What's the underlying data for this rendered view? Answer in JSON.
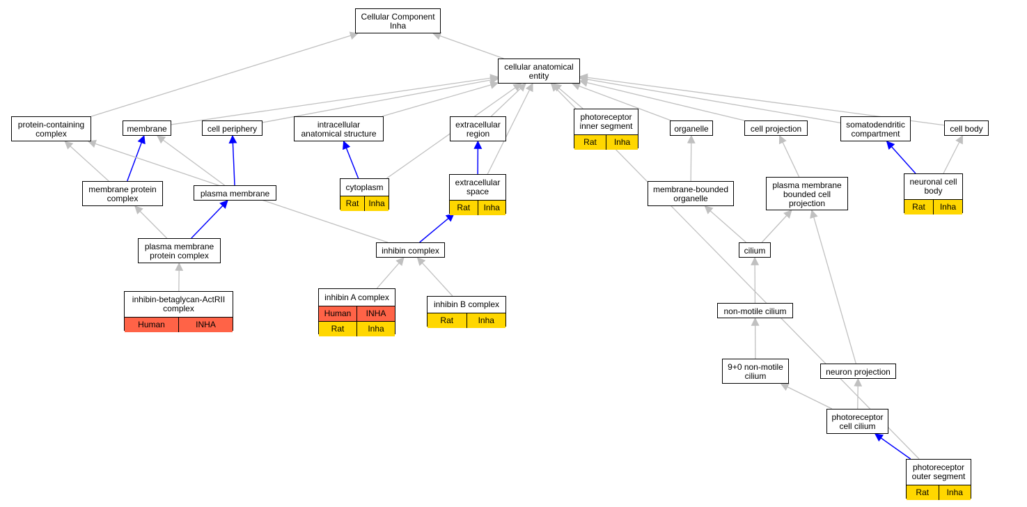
{
  "colors": {
    "gray_edge": "#c0c0c0",
    "blue_edge": "#0000ff",
    "rat": "#ffd700",
    "human": "#ff6347"
  },
  "nodes": [
    {
      "id": "root",
      "label": "Cellular Component\nInha"
    },
    {
      "id": "cae",
      "label": "cellular anatomical\nentity"
    },
    {
      "id": "pcc",
      "label": "protein-containing\ncomplex"
    },
    {
      "id": "membrane",
      "label": "membrane"
    },
    {
      "id": "periphery",
      "label": "cell periphery"
    },
    {
      "id": "ias",
      "label": "intracellular\nanatomical structure"
    },
    {
      "id": "ecr",
      "label": "extracellular\nregion"
    },
    {
      "id": "pis",
      "label": "photoreceptor\ninner segment",
      "rows": [
        [
          "Rat",
          "Inha"
        ]
      ]
    },
    {
      "id": "organelle",
      "label": "organelle"
    },
    {
      "id": "cproj",
      "label": "cell projection"
    },
    {
      "id": "somato",
      "label": "somatodendritic\ncompartment"
    },
    {
      "id": "cbody",
      "label": "cell body"
    },
    {
      "id": "mpc",
      "label": "membrane protein\ncomplex"
    },
    {
      "id": "pm",
      "label": "plasma membrane"
    },
    {
      "id": "cyto",
      "label": "cytoplasm",
      "rows": [
        [
          "Rat",
          "Inha"
        ]
      ]
    },
    {
      "id": "ecs",
      "label": "extracellular\nspace",
      "rows": [
        [
          "Rat",
          "Inha"
        ]
      ]
    },
    {
      "id": "mbo",
      "label": "membrane-bounded\norganelle"
    },
    {
      "id": "pmbcp",
      "label": "plasma membrane\nbounded cell\nprojection"
    },
    {
      "id": "ncb",
      "label": "neuronal cell\nbody",
      "rows": [
        [
          "Rat",
          "Inha"
        ]
      ]
    },
    {
      "id": "pmpc",
      "label": "plasma membrane\nprotein complex"
    },
    {
      "id": "inhc",
      "label": "inhibin complex"
    },
    {
      "id": "cilium",
      "label": "cilium"
    },
    {
      "id": "ibac",
      "label": "inhibin-betaglycan-ActRII\ncomplex",
      "rows": [
        [
          "Human",
          "INHA"
        ]
      ]
    },
    {
      "id": "inhA",
      "label": "inhibin A complex",
      "rows": [
        [
          "Human",
          "INHA"
        ],
        [
          "Rat",
          "Inha"
        ]
      ]
    },
    {
      "id": "inhB",
      "label": "inhibin B complex",
      "rows": [
        [
          "Rat",
          "Inha"
        ]
      ]
    },
    {
      "id": "nmc",
      "label": "non-motile cilium"
    },
    {
      "id": "nine",
      "label": "9+0 non-motile\ncilium"
    },
    {
      "id": "nproj",
      "label": "neuron projection"
    },
    {
      "id": "pcc2",
      "label": "photoreceptor\ncell cilium"
    },
    {
      "id": "pos",
      "label": "photoreceptor\nouter segment",
      "rows": [
        [
          "Rat",
          "Inha"
        ]
      ]
    }
  ],
  "edges": [
    {
      "from": "cae",
      "to": "root",
      "color": "gray"
    },
    {
      "from": "pcc",
      "to": "root",
      "color": "gray"
    },
    {
      "from": "membrane",
      "to": "cae",
      "color": "gray"
    },
    {
      "from": "periphery",
      "to": "cae",
      "color": "gray"
    },
    {
      "from": "ias",
      "to": "cae",
      "color": "gray"
    },
    {
      "from": "ecr",
      "to": "cae",
      "color": "gray"
    },
    {
      "from": "pis",
      "to": "cae",
      "color": "gray"
    },
    {
      "from": "organelle",
      "to": "cae",
      "color": "gray"
    },
    {
      "from": "cproj",
      "to": "cae",
      "color": "gray"
    },
    {
      "from": "somato",
      "to": "cae",
      "color": "gray"
    },
    {
      "from": "cbody",
      "to": "cae",
      "color": "gray"
    },
    {
      "from": "cyto",
      "to": "cae",
      "color": "gray"
    },
    {
      "from": "ecs",
      "to": "cae",
      "color": "gray"
    },
    {
      "from": "pos",
      "to": "cae",
      "color": "gray"
    },
    {
      "from": "mpc",
      "to": "pcc",
      "color": "gray"
    },
    {
      "from": "mpc",
      "to": "membrane",
      "color": "blue"
    },
    {
      "from": "pm",
      "to": "membrane",
      "color": "gray"
    },
    {
      "from": "pm",
      "to": "periphery",
      "color": "blue"
    },
    {
      "from": "cyto",
      "to": "ias",
      "color": "blue"
    },
    {
      "from": "ecs",
      "to": "ecr",
      "color": "blue"
    },
    {
      "from": "mbo",
      "to": "organelle",
      "color": "gray"
    },
    {
      "from": "pmbcp",
      "to": "cproj",
      "color": "gray"
    },
    {
      "from": "ncb",
      "to": "somato",
      "color": "blue"
    },
    {
      "from": "ncb",
      "to": "cbody",
      "color": "gray"
    },
    {
      "from": "pmpc",
      "to": "mpc",
      "color": "gray"
    },
    {
      "from": "pmpc",
      "to": "pm",
      "color": "blue"
    },
    {
      "from": "inhc",
      "to": "pcc",
      "color": "gray"
    },
    {
      "from": "inhc",
      "to": "ecs",
      "color": "blue"
    },
    {
      "from": "cilium",
      "to": "mbo",
      "color": "gray"
    },
    {
      "from": "cilium",
      "to": "pmbcp",
      "color": "gray"
    },
    {
      "from": "ibac",
      "to": "pmpc",
      "color": "gray"
    },
    {
      "from": "inhA",
      "to": "inhc",
      "color": "gray"
    },
    {
      "from": "inhB",
      "to": "inhc",
      "color": "gray"
    },
    {
      "from": "nmc",
      "to": "cilium",
      "color": "gray"
    },
    {
      "from": "nine",
      "to": "nmc",
      "color": "gray"
    },
    {
      "from": "nproj",
      "to": "pmbcp",
      "color": "gray"
    },
    {
      "from": "pcc2",
      "to": "nine",
      "color": "gray"
    },
    {
      "from": "pcc2",
      "to": "nproj",
      "color": "gray"
    },
    {
      "from": "pos",
      "to": "pcc2",
      "color": "blue"
    }
  ]
}
